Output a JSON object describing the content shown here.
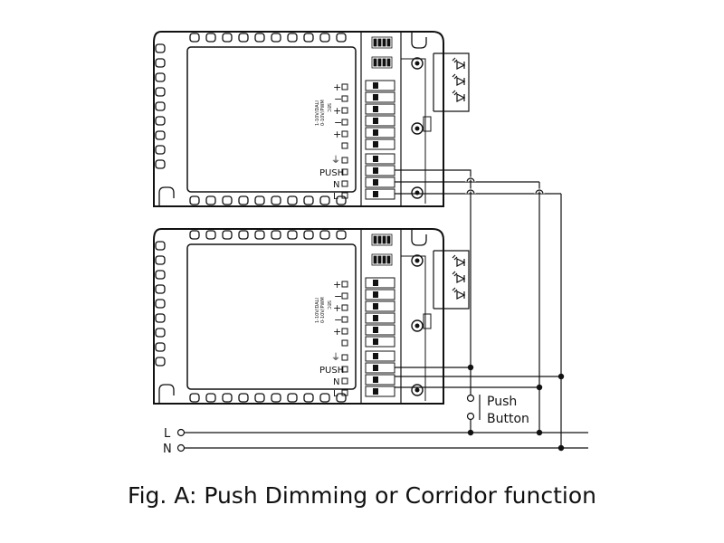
{
  "drivers": [
    {
      "terminals": {
        "sec": "SEC",
        "pos1": "+",
        "neg1": "−",
        "pos2": "+",
        "neg2": "−",
        "pos3": "+",
        "dim": "1-10V/DALI",
        "dim_alt": "0-10V/PWM",
        "earth": "⏚",
        "push": "PUSH",
        "n": "N",
        "l": "L"
      }
    },
    {
      "terminals": {
        "sec": "SEC",
        "pos1": "+",
        "neg1": "−",
        "pos2": "+",
        "neg2": "−",
        "pos3": "+",
        "dim": "1-10V/DALI",
        "dim_alt": "0-10V/PWM",
        "earth": "⏚",
        "push": "PUSH",
        "n": "N",
        "l": "L"
      }
    }
  ],
  "push_button": {
    "line1": "Push",
    "line2": "Button"
  },
  "supply": {
    "l": "L",
    "n": "N"
  },
  "caption": "Fig. A: Push Dimming or Corridor function"
}
